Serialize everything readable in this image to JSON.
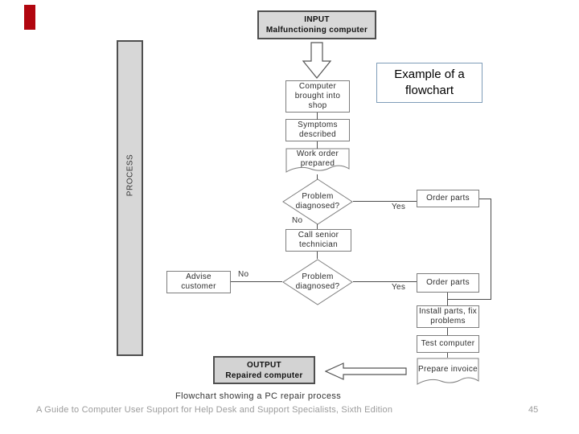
{
  "accent": {
    "color": "#b1060f"
  },
  "callout": {
    "text": "Example of a flowchart"
  },
  "flowchart": {
    "input_title": "INPUT",
    "input_subtitle": "Malfunctioning computer",
    "process_label": "PROCESS",
    "steps": {
      "computer_brought": "Computer brought into shop",
      "symptoms": "Symptoms described",
      "work_order": "Work order prepared",
      "diagnosed1": "Problem diagnosed?",
      "call_senior": "Call senior technician",
      "diagnosed2": "Problem diagnosed?",
      "advise_customer": "Advise customer",
      "order_parts1": "Order parts",
      "order_parts2": "Order parts",
      "install_parts": "Install parts, fix problems",
      "test_computer": "Test computer",
      "prepare_invoice": "Prepare invoice"
    },
    "branch_labels": {
      "yes1": "Yes",
      "no1": "No",
      "no2": "No",
      "yes2": "Yes"
    },
    "output_title": "OUTPUT",
    "output_subtitle": "Repaired computer",
    "caption": "Flowchart showing a PC repair process"
  },
  "footer": {
    "text": "A Guide to Computer User Support for Help Desk and Support Specialists, Sixth Edition",
    "page_number": "45"
  }
}
